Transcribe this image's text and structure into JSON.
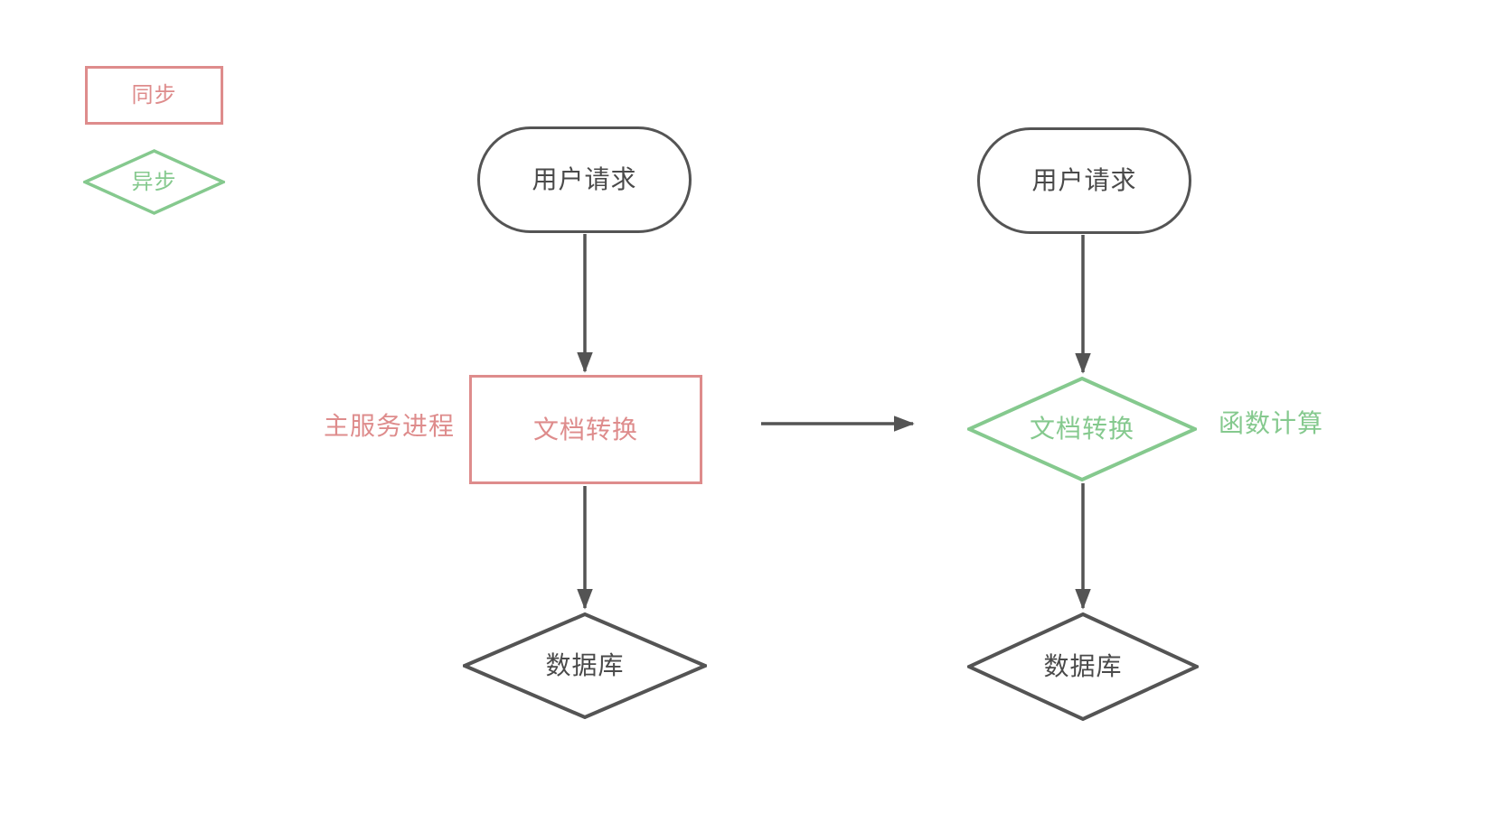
{
  "diagram": {
    "background": "#ffffff",
    "colors": {
      "sync_red": "#DE8C8C",
      "async_green": "#85C98E",
      "line_gray": "#545454",
      "text_gray": "#4A4A4A"
    },
    "legend": {
      "sync_label": "同步",
      "async_label": "异步"
    },
    "left_flow": {
      "start_label": "用户请求",
      "process_label": "文档转换",
      "annotation": "主服务进程",
      "end_label": "数据库"
    },
    "right_flow": {
      "start_label": "用户请求",
      "process_label": "文档转换",
      "annotation": "函数计算",
      "end_label": "数据库"
    }
  }
}
